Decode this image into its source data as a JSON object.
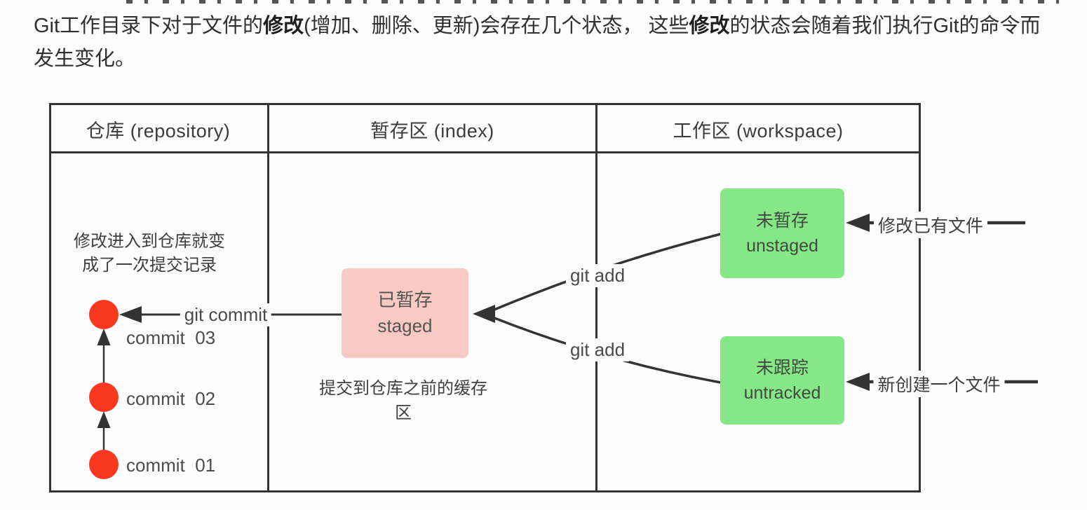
{
  "intro": {
    "seg1": "Git工作目录下对于文件的",
    "seg2_bold": "修改",
    "seg3": "(增加、删除、更新)会存在几个状态， 这些",
    "seg4_bold": "修改",
    "seg5": "的状态会随着我们执行Git的命令而",
    "seg6": "发生变化。"
  },
  "diagram": {
    "columns": [
      {
        "header": "仓库 (repository)"
      },
      {
        "header": "暂存区 (index)"
      },
      {
        "header": "工作区 (workspace)"
      }
    ],
    "repository": {
      "note_line1": "修改进入到仓库就变",
      "note_line2": "成了一次提交记录",
      "commits": [
        {
          "label": "commit  03"
        },
        {
          "label": "commit  02"
        },
        {
          "label": "commit  01"
        }
      ]
    },
    "index": {
      "staged_box": {
        "line1": "已暂存",
        "line2": "staged"
      },
      "caption": "提交到仓库之前的缓存区"
    },
    "workspace": {
      "unstaged_box": {
        "line1": "未暂存",
        "line2": "unstaged"
      },
      "untracked_box": {
        "line1": "未跟踪",
        "line2": "untracked"
      }
    },
    "arrows": {
      "git_commit": "git commit",
      "git_add_top": "git add",
      "git_add_bottom": "git add",
      "modify_existing": "修改已有文件",
      "create_new": "新创建一个文件"
    },
    "colors": {
      "commit_dot": "#f9391f",
      "staged_bg": "#f9cac4",
      "workspace_box_bg": "#86e786",
      "line": "#333333"
    }
  }
}
